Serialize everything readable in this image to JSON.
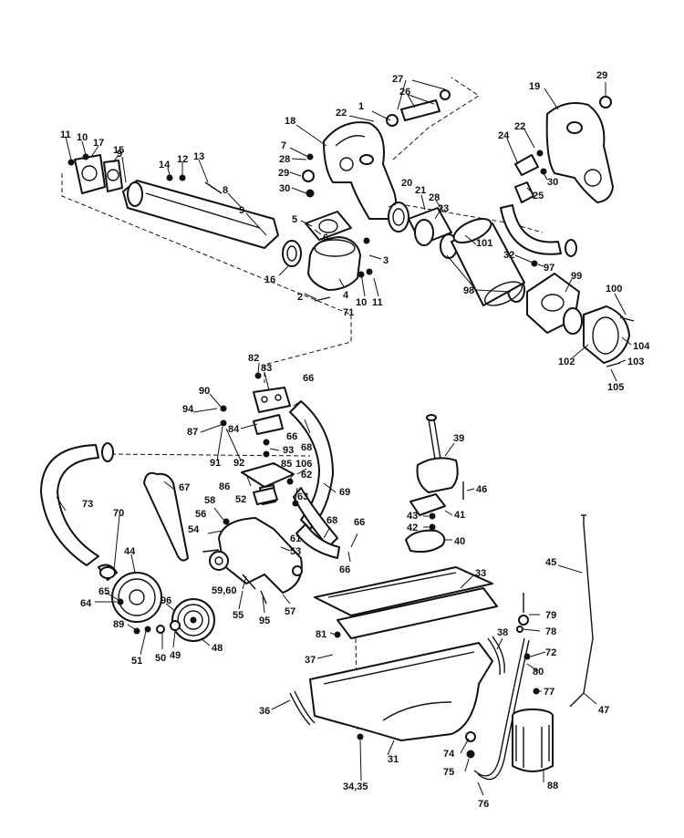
{
  "callouts": [
    {
      "id": "c1",
      "text": "1"
    },
    {
      "id": "c2",
      "text": "2"
    },
    {
      "id": "c3",
      "text": "3"
    },
    {
      "id": "c4",
      "text": "4"
    },
    {
      "id": "c5",
      "text": "5"
    },
    {
      "id": "c6",
      "text": "6"
    },
    {
      "id": "c7",
      "text": "7"
    },
    {
      "id": "c8",
      "text": "8"
    },
    {
      "id": "c9a",
      "text": "9"
    },
    {
      "id": "c9b",
      "text": "9"
    },
    {
      "id": "c10a",
      "text": "10"
    },
    {
      "id": "c10b",
      "text": "10"
    },
    {
      "id": "c11a",
      "text": "11"
    },
    {
      "id": "c11b",
      "text": "11"
    },
    {
      "id": "c12",
      "text": "12"
    },
    {
      "id": "c13",
      "text": "13"
    },
    {
      "id": "c14",
      "text": "14"
    },
    {
      "id": "c15",
      "text": "15"
    },
    {
      "id": "c16",
      "text": "16"
    },
    {
      "id": "c17",
      "text": "17"
    },
    {
      "id": "c18",
      "text": "18"
    },
    {
      "id": "c19",
      "text": "19"
    },
    {
      "id": "c20",
      "text": "20"
    },
    {
      "id": "c21",
      "text": "21"
    },
    {
      "id": "c22a",
      "text": "22"
    },
    {
      "id": "c22b",
      "text": "22"
    },
    {
      "id": "c23",
      "text": "23"
    },
    {
      "id": "c24",
      "text": "24"
    },
    {
      "id": "c25",
      "text": "25"
    },
    {
      "id": "c26",
      "text": "26"
    },
    {
      "id": "c27",
      "text": "27"
    },
    {
      "id": "c28a",
      "text": "28"
    },
    {
      "id": "c28b",
      "text": "28"
    },
    {
      "id": "c29a",
      "text": "29"
    },
    {
      "id": "c29b",
      "text": "29"
    },
    {
      "id": "c30a",
      "text": "30"
    },
    {
      "id": "c30b",
      "text": "30"
    },
    {
      "id": "c31",
      "text": "31"
    },
    {
      "id": "c32",
      "text": "32"
    },
    {
      "id": "c33",
      "text": "33"
    },
    {
      "id": "c34",
      "text": "34,35"
    },
    {
      "id": "c36",
      "text": "36"
    },
    {
      "id": "c37",
      "text": "37"
    },
    {
      "id": "c38",
      "text": "38"
    },
    {
      "id": "c39",
      "text": "39"
    },
    {
      "id": "c40",
      "text": "40"
    },
    {
      "id": "c41",
      "text": "41"
    },
    {
      "id": "c42",
      "text": "42"
    },
    {
      "id": "c43",
      "text": "43"
    },
    {
      "id": "c44",
      "text": "44"
    },
    {
      "id": "c45",
      "text": "45"
    },
    {
      "id": "c46",
      "text": "46"
    },
    {
      "id": "c47",
      "text": "47"
    },
    {
      "id": "c48",
      "text": "48"
    },
    {
      "id": "c49",
      "text": "49"
    },
    {
      "id": "c50",
      "text": "50"
    },
    {
      "id": "c51",
      "text": "51"
    },
    {
      "id": "c52",
      "text": "52"
    },
    {
      "id": "c53",
      "text": "53"
    },
    {
      "id": "c54",
      "text": "54"
    },
    {
      "id": "c55",
      "text": "55"
    },
    {
      "id": "c56",
      "text": "56"
    },
    {
      "id": "c57",
      "text": "57"
    },
    {
      "id": "c58",
      "text": "58"
    },
    {
      "id": "c59",
      "text": "59,60"
    },
    {
      "id": "c61",
      "text": "61"
    },
    {
      "id": "c62",
      "text": "62"
    },
    {
      "id": "c63",
      "text": "63"
    },
    {
      "id": "c64",
      "text": "64"
    },
    {
      "id": "c65",
      "text": "65"
    },
    {
      "id": "c66a",
      "text": "66"
    },
    {
      "id": "c66b",
      "text": "66"
    },
    {
      "id": "c66c",
      "text": "66"
    },
    {
      "id": "c66d",
      "text": "66"
    },
    {
      "id": "c67",
      "text": "67"
    },
    {
      "id": "c68a",
      "text": "68"
    },
    {
      "id": "c68b",
      "text": "68"
    },
    {
      "id": "c69",
      "text": "69"
    },
    {
      "id": "c70",
      "text": "70"
    },
    {
      "id": "c71",
      "text": "71"
    },
    {
      "id": "c72",
      "text": "72"
    },
    {
      "id": "c73",
      "text": "73"
    },
    {
      "id": "c74",
      "text": "74"
    },
    {
      "id": "c75",
      "text": "75"
    },
    {
      "id": "c76",
      "text": "76"
    },
    {
      "id": "c77",
      "text": "77"
    },
    {
      "id": "c78",
      "text": "78"
    },
    {
      "id": "c79",
      "text": "79"
    },
    {
      "id": "c80",
      "text": "80"
    },
    {
      "id": "c81",
      "text": "81"
    },
    {
      "id": "c82",
      "text": "82"
    },
    {
      "id": "c83",
      "text": "83"
    },
    {
      "id": "c84",
      "text": "84"
    },
    {
      "id": "c85",
      "text": "85"
    },
    {
      "id": "c86",
      "text": "86"
    },
    {
      "id": "c87",
      "text": "87"
    },
    {
      "id": "c88",
      "text": "88"
    },
    {
      "id": "c89",
      "text": "89"
    },
    {
      "id": "c90",
      "text": "90"
    },
    {
      "id": "c91",
      "text": "91"
    },
    {
      "id": "c92",
      "text": "92"
    },
    {
      "id": "c93",
      "text": "93"
    },
    {
      "id": "c94",
      "text": "94"
    },
    {
      "id": "c95",
      "text": "95"
    },
    {
      "id": "c96",
      "text": "96"
    },
    {
      "id": "c97",
      "text": "97"
    },
    {
      "id": "c98",
      "text": "98"
    },
    {
      "id": "c99",
      "text": "99"
    },
    {
      "id": "c100",
      "text": "100"
    },
    {
      "id": "c101",
      "text": "101"
    },
    {
      "id": "c102",
      "text": "102"
    },
    {
      "id": "c103",
      "text": "103"
    },
    {
      "id": "c104",
      "text": "104"
    },
    {
      "id": "c105",
      "text": "105"
    },
    {
      "id": "c106",
      "text": "106"
    }
  ]
}
